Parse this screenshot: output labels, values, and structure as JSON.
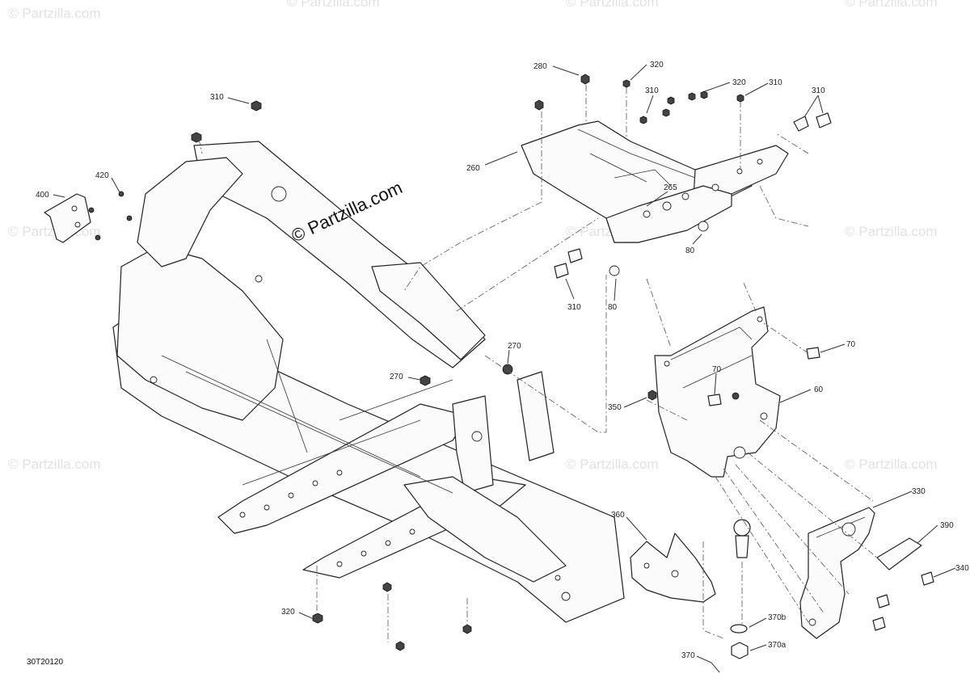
{
  "diagram_code": "30T20120",
  "watermark_main": "© Partzilla.com",
  "watermark_faint": "© Partzilla.com",
  "callouts": {
    "c400": "400",
    "c420": "420",
    "c310a": "310",
    "c280": "280",
    "c320a": "320",
    "c310b": "310",
    "c320b": "320",
    "c310c": "310",
    "c310d": "310",
    "c260": "260",
    "c265": "265",
    "c80a": "80",
    "c310e": "310",
    "c80b": "80",
    "c70a": "70",
    "c70b": "70",
    "c60": "60",
    "c350": "350",
    "c270a": "270",
    "c270b": "270",
    "c330": "330",
    "c360": "360",
    "c390": "390",
    "c340": "340",
    "c370b": "370b",
    "c370a": "370a",
    "c370": "370",
    "c320c": "320"
  }
}
